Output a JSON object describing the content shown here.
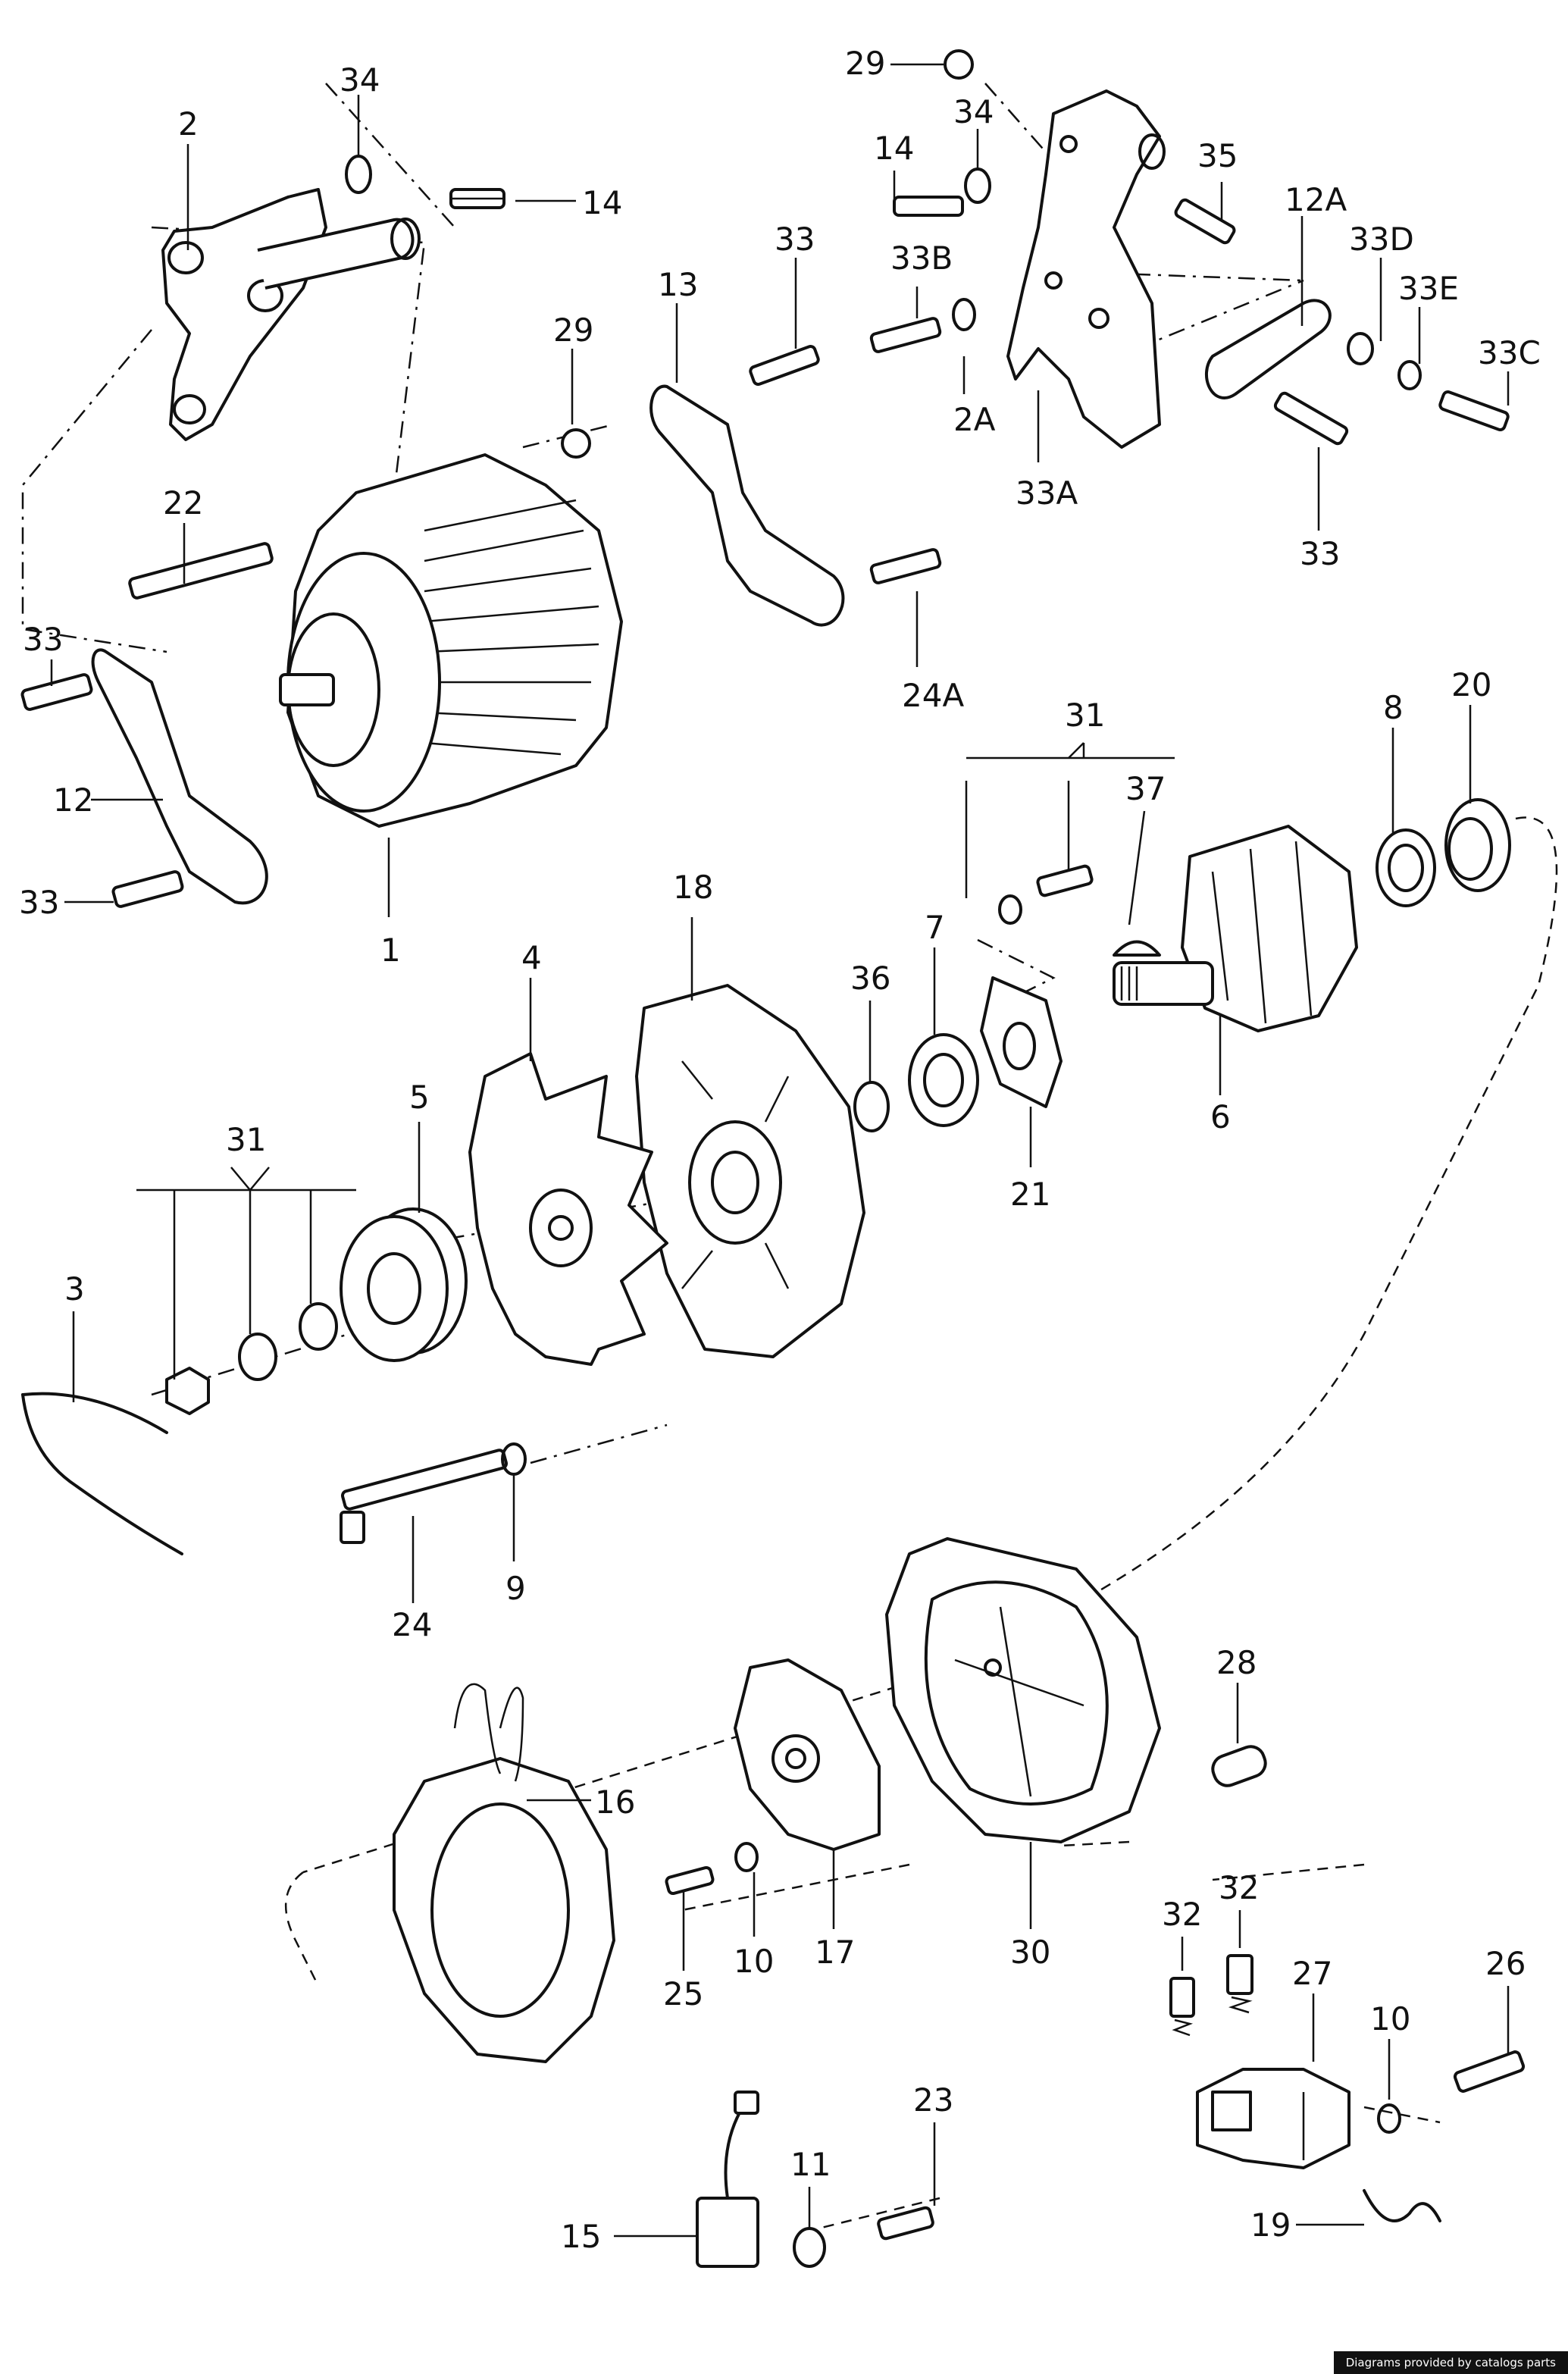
{
  "credit": "Diagrams provided by catalogs parts",
  "callouts": [
    {
      "label": "34"
    },
    {
      "label": "2"
    },
    {
      "label": "14"
    },
    {
      "label": "29"
    },
    {
      "label": "34"
    },
    {
      "label": "14"
    },
    {
      "label": "35"
    },
    {
      "label": "12A"
    },
    {
      "label": "33D"
    },
    {
      "label": "33B"
    },
    {
      "label": "33E"
    },
    {
      "label": "33C"
    },
    {
      "label": "33"
    },
    {
      "label": "13"
    },
    {
      "label": "29"
    },
    {
      "label": "2A"
    },
    {
      "label": "33A"
    },
    {
      "label": "33"
    },
    {
      "label": "22"
    },
    {
      "label": "33"
    },
    {
      "label": "24A"
    },
    {
      "label": "12"
    },
    {
      "label": "33"
    },
    {
      "label": "1"
    },
    {
      "label": "31"
    },
    {
      "label": "37"
    },
    {
      "label": "8"
    },
    {
      "label": "20"
    },
    {
      "label": "18"
    },
    {
      "label": "4"
    },
    {
      "label": "7"
    },
    {
      "label": "36"
    },
    {
      "label": "6"
    },
    {
      "label": "21"
    },
    {
      "label": "5"
    },
    {
      "label": "31"
    },
    {
      "label": "3"
    },
    {
      "label": "9"
    },
    {
      "label": "24"
    },
    {
      "label": "28"
    },
    {
      "label": "16"
    },
    {
      "label": "32"
    },
    {
      "label": "32"
    },
    {
      "label": "27"
    },
    {
      "label": "10"
    },
    {
      "label": "26"
    },
    {
      "label": "25"
    },
    {
      "label": "10"
    },
    {
      "label": "17"
    },
    {
      "label": "30"
    },
    {
      "label": "23"
    },
    {
      "label": "11"
    },
    {
      "label": "15"
    },
    {
      "label": "19"
    }
  ]
}
